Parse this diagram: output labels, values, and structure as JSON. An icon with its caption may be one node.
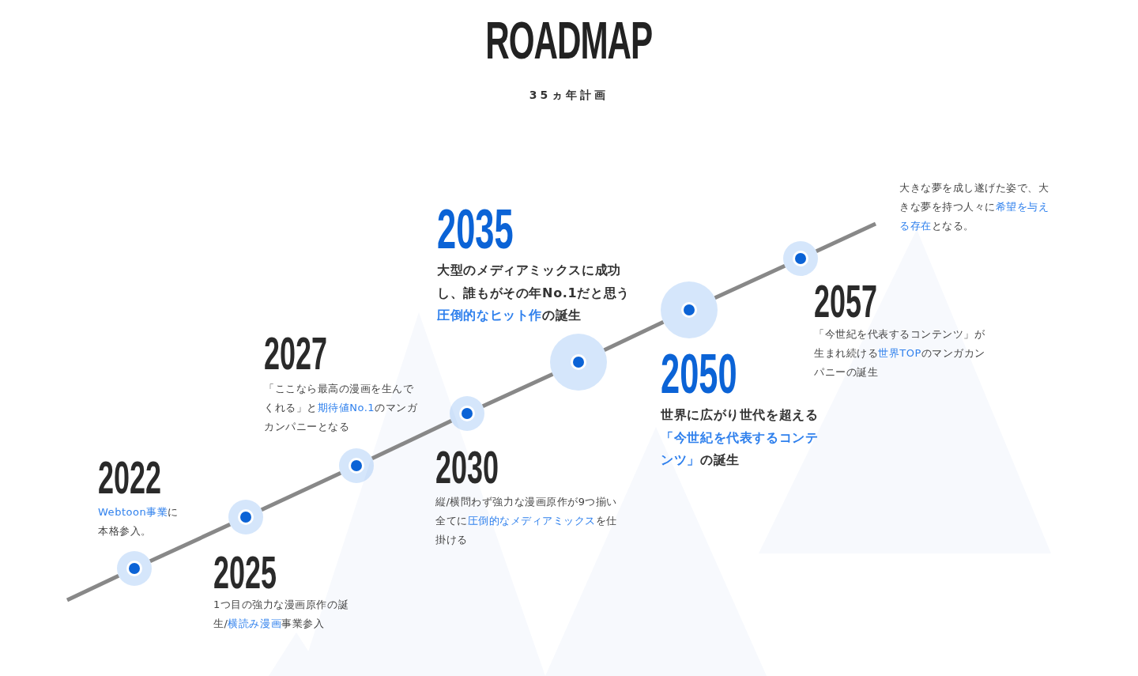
{
  "diagram": {
    "title": "ROADMAP",
    "nodes": [
      {
        "text": [],
        "shape": "circle",
        "beside": [
          "2022",
          "**Webtoon事業**に本格参入。"
        ]
      },
      {
        "text": [],
        "shape": "circle",
        "beside": [
          "2025",
          "1つ目の強力な漫画原作の誕生/**横読み漫画**事業参入"
        ]
      },
      {
        "text": [],
        "shape": "circle",
        "beside": [
          "2027",
          "「ここなら最高の漫画を生んでくれる」と**期待値No.1**のマンガカンパニーとなる"
        ]
      },
      {
        "text": [],
        "shape": "circle",
        "beside": [
          "2030",
          "縦/横問わず強力な漫画原作が9つ揃い全てに**圧倒的なメディアミックス**を仕掛ける"
        ]
      },
      {
        "text": [],
        "shape": "circle",
        "beside": [
          "2035",
          "大型のメディアミックスに成功し、誰もがその年No.1だと思う**圧倒的なヒット作**の誕生"
        ]
      },
      {
        "text": [],
        "shape": "circle",
        "beside": [
          "2050",
          "世界に広がり世代を超える**「今世紀を代表するコンテンツ」**の誕生"
        ]
      },
      {
        "text": [],
        "shape": "circle",
        "beside": [
          "2057",
          "「今世紀を代表するコンテンツ」が生まれ続ける**世界TOP**のマンガカンパニーの誕生"
        ]
      }
    ],
    "edges": [
      {
        "from": null,
        "to": 0,
        "arrow": "none"
      },
      {
        "from": 0,
        "to": 1,
        "arrow": "none"
      },
      {
        "from": 1,
        "to": 2,
        "arrow": "none"
      },
      {
        "from": 2,
        "to": 3,
        "arrow": "none"
      },
      {
        "from": 3,
        "to": 4,
        "arrow": "none"
      },
      {
        "from": 4,
        "to": 5,
        "arrow": "none"
      },
      {
        "from": 5,
        "to": 6,
        "arrow": "none"
      },
      {
        "from": 6,
        "to": null,
        "arrow": "none"
      }
    ],
    "labels": [
      "35ヵ年計画",
      "大きな夢を成し遂げた姿で、大きな夢を持つ人々に**希望を与える存在**となる。"
    ]
  }
}
